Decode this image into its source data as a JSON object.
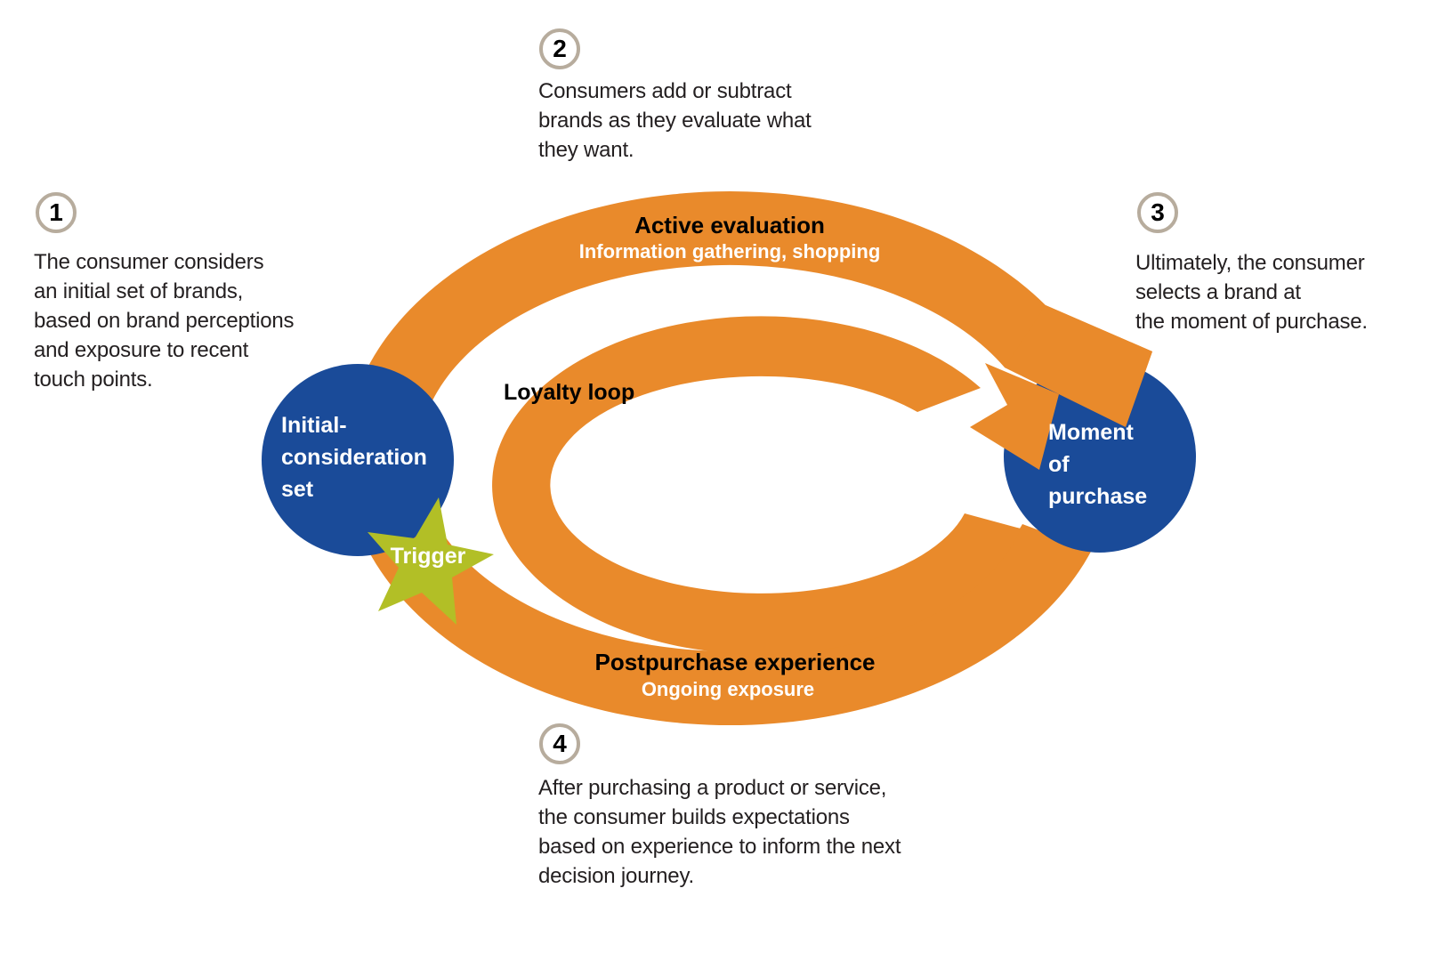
{
  "colors": {
    "orange": "#E98A2B",
    "blue": "#1A4B99",
    "green": "#B2BF26",
    "step_ring": "#B7AC9D",
    "text": "#231F20"
  },
  "steps": [
    {
      "number": "1",
      "description": "The consumer considers\nan initial set of brands,\nbased on brand perceptions\nand exposure to recent\ntouch points."
    },
    {
      "number": "2",
      "description": "Consumers add or subtract\nbrands as they evaluate what\nthey want."
    },
    {
      "number": "3",
      "description": "Ultimately, the consumer\nselects a brand at\nthe moment of purchase."
    },
    {
      "number": "4",
      "description": "After purchasing a product or service,\nthe consumer builds expectations\nbased on experience to inform the next\ndecision journey."
    }
  ],
  "diagram": {
    "active_evaluation_title": "Active evaluation",
    "active_evaluation_subtitle": "Information gathering, shopping",
    "loyalty_loop_label": "Loyalty loop",
    "postpurchase_title": "Postpurchase experience",
    "postpurchase_subtitle": "Ongoing exposure",
    "initial_consideration_label": "Initial-\nconsideration\nset",
    "moment_of_purchase_label": "Moment\nof\npurchase",
    "trigger_label": "Trigger"
  }
}
